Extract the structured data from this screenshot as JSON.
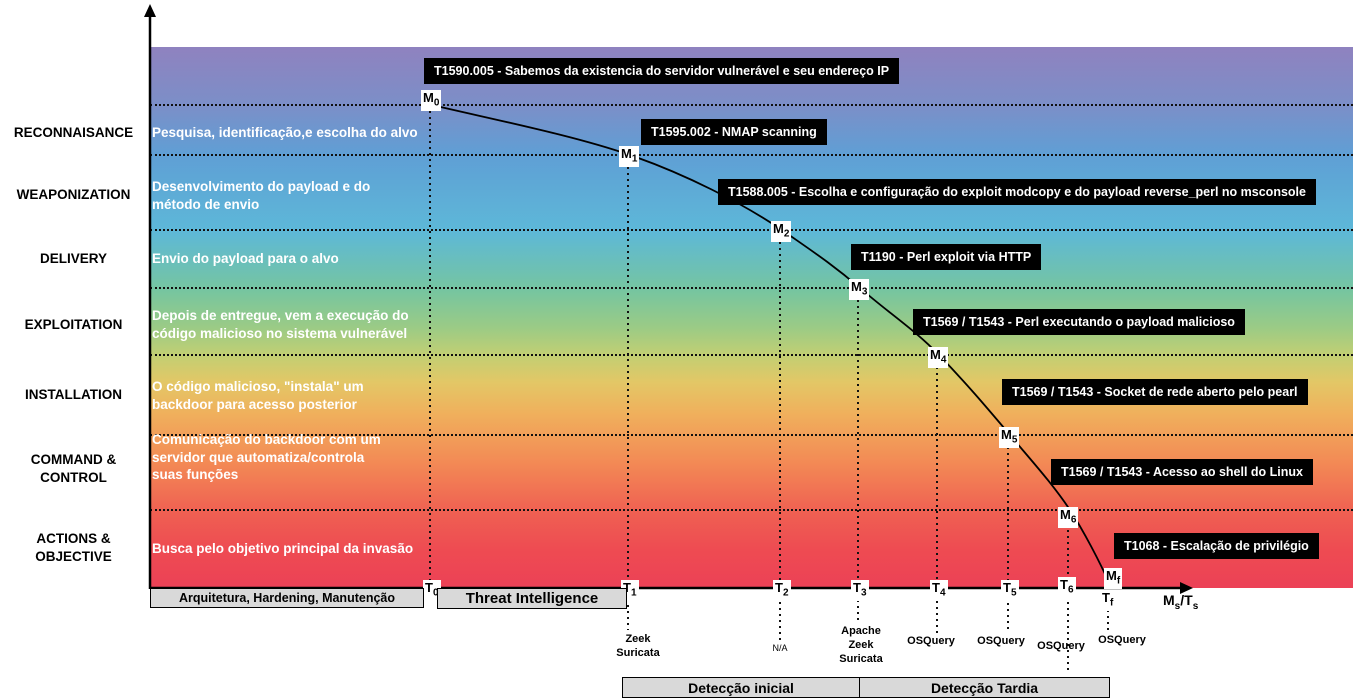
{
  "colors": {
    "annotation_bg": "#000000",
    "annotation_text": "#ffffff",
    "band_top_purple": "#8f82bf",
    "band_blue": "#5f9fd5",
    "band_green": "#76c5a0",
    "band_yellow": "#e3c766",
    "band_orange": "#f38955",
    "band_red": "#ec4156",
    "box_gray": "#d9d9d9"
  },
  "phases": [
    {
      "label": "RECONNAISANCE",
      "description": "Pesquisa, identificação,e escolha do alvo"
    },
    {
      "label": "WEAPONIZATION",
      "description": "Desenvolvimento do payload e do\nmétodo de envio"
    },
    {
      "label": "DELIVERY",
      "description": "Envio do payload para o alvo"
    },
    {
      "label": "EXPLOITATION",
      "description": "Depois de entregue, vem a execução do\ncódigo malicioso no sistema vulnerável"
    },
    {
      "label": "INSTALLATION",
      "description": "O código malicioso, \"instala\" um\nbackdoor para acesso posterior"
    },
    {
      "label": "COMMAND &\nCONTROL",
      "description": "Comunicação do backdoor com um\nservidor que automatiza/controla\nsuas funções"
    },
    {
      "label": "ACTIONS &\nOBJECTIVE",
      "description": "Busca pelo objetivo principal da invasão"
    }
  ],
  "annotations": [
    "T1590.005 - Sabemos da existencia do servidor vulnerável e seu endereço IP",
    "T1595.002 - NMAP scanning",
    "T1588.005  - Escolha e configuração do exploit modcopy e do payload reverse_perl no msconsole",
    "T1190 - Perl exploit via HTTP",
    "T1569 / T1543 - Perl executando o payload malicioso",
    "T1569 / T1543 - Socket de rede aberto pelo pearl",
    "T1569 / T1543 - Acesso ao shell do Linux",
    "T1068 - Escalação de privilégio"
  ],
  "milestones": [
    {
      "base": "M",
      "sub": "0"
    },
    {
      "base": "M",
      "sub": "1"
    },
    {
      "base": "M",
      "sub": "2"
    },
    {
      "base": "M",
      "sub": "3"
    },
    {
      "base": "M",
      "sub": "4"
    },
    {
      "base": "M",
      "sub": "5"
    },
    {
      "base": "M",
      "sub": "6"
    },
    {
      "base": "M",
      "sub": "f"
    }
  ],
  "times": [
    {
      "base": "T",
      "sub": "0"
    },
    {
      "base": "T",
      "sub": "1"
    },
    {
      "base": "T",
      "sub": "2"
    },
    {
      "base": "T",
      "sub": "3"
    },
    {
      "base": "T",
      "sub": "4"
    },
    {
      "base": "T",
      "sub": "5"
    },
    {
      "base": "T",
      "sub": "6"
    },
    {
      "base": "T",
      "sub": "f"
    }
  ],
  "axis": {
    "m_base": "M",
    "m_sub": "s",
    "sep": "/",
    "t_base": "T",
    "t_sub": "s"
  },
  "bottom": {
    "architecture_label": "Arquitetura, Hardening, Manutenção",
    "threat_label": "Threat Intelligence",
    "detection_initial": "Detecção inicial",
    "detection_late": "Detecção Tardia",
    "detections": [
      "Zeek\nSuricata",
      "N/A",
      "Apache\nZeek\nSuricata",
      "OSQuery",
      "OSQuery",
      "OSQuery",
      "OSQuery"
    ]
  }
}
